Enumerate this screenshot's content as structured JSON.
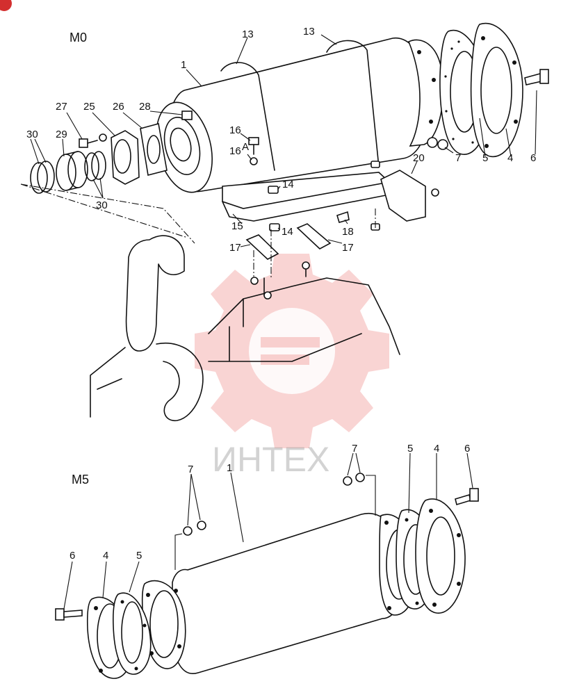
{
  "sections": [
    {
      "id": "m0",
      "title": "M0"
    },
    {
      "id": "m5",
      "title": "M5"
    }
  ],
  "watermark": {
    "text": "ИНТЕХ",
    "color": "#e53935"
  },
  "labels_m0": {
    "muffler": "1",
    "strap_left": "13",
    "strap_right": "13",
    "gasket_r": "5",
    "flange_r": "4",
    "bolt_r": "6",
    "nut_r": "7",
    "bracket": "20",
    "bolt16": "16",
    "washer16a": "16",
    "washer16a_sup": "A",
    "nut14_top": "14",
    "nut14_bot": "14",
    "plate15": "15",
    "bar17_left": "17",
    "bar17_right": "17",
    "stud18": "18",
    "bolt27": "27",
    "elbow25": "25",
    "gasket26": "26",
    "nut28": "28",
    "clamp29": "29",
    "rings30_top": "30",
    "rings30_bot": "30"
  },
  "labels_m5": {
    "muffler": "1",
    "nuts_left": "7",
    "nuts_right": "7",
    "bolt_left": "6",
    "flange_left": "4",
    "gasket_left": "5",
    "gasket_right": "5",
    "flange_right": "4",
    "bolt_right": "6"
  }
}
